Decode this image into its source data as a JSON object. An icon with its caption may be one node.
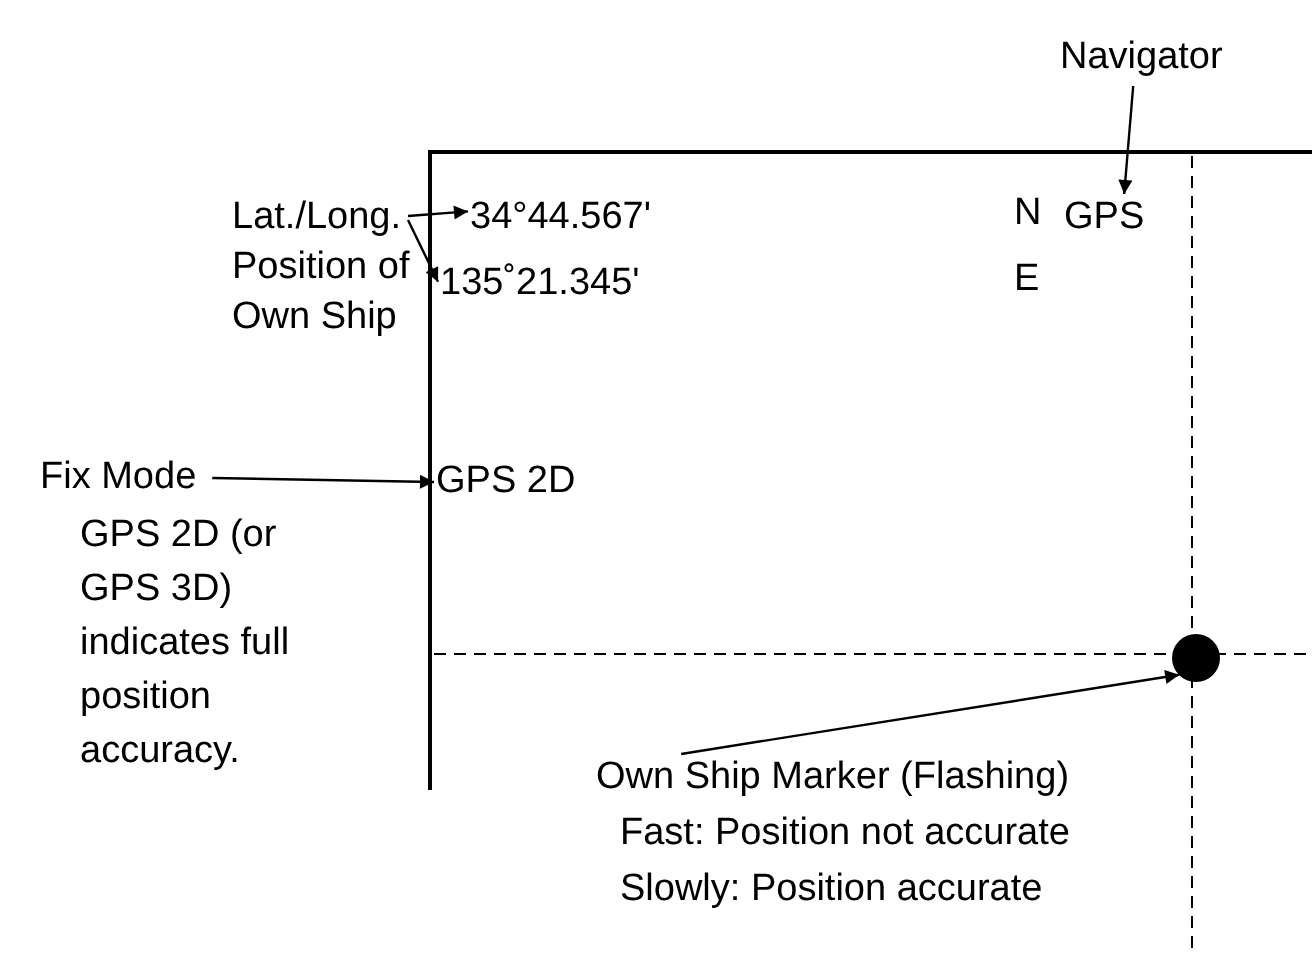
{
  "diagram": {
    "nodes": [
      {
        "text": [
          "Navigator"
        ]
      },
      {
        "text": [],
        "shape": "box"
      },
      {
        "text": [
          "GPS"
        ],
        "in": 1
      },
      {
        "text": [
          "34°44.567'"
        ],
        "in": 1
      },
      {
        "text": [
          "135˚21.345'"
        ],
        "in": 1
      },
      {
        "text": [
          "GPS 2D"
        ],
        "in": 1
      },
      {
        "text": [],
        "shape": "circle",
        "in": 1
      },
      {
        "text": [
          "Lat./Long. Position of Own Ship"
        ]
      },
      {
        "text": [
          "Fix Mode",
          "GPS 2D (or GPS 3D) indicates full position accuracy."
        ]
      },
      {
        "text": [
          "Own Ship Marker (Flashing)",
          "Fast: Position not accurate",
          "Slowly: Position accurate"
        ]
      }
    ],
    "edges": [
      {
        "from": 0,
        "to": 2,
        "arrow": "to"
      },
      {
        "from": 7,
        "to": 3,
        "arrow": "to"
      },
      {
        "from": 7,
        "to": 4,
        "arrow": "to"
      },
      {
        "from": 8,
        "to": 5,
        "arrow": "to"
      },
      {
        "from": 9,
        "to": 6,
        "arrow": "to"
      }
    ],
    "labels": [
      "N",
      "E"
    ]
  }
}
